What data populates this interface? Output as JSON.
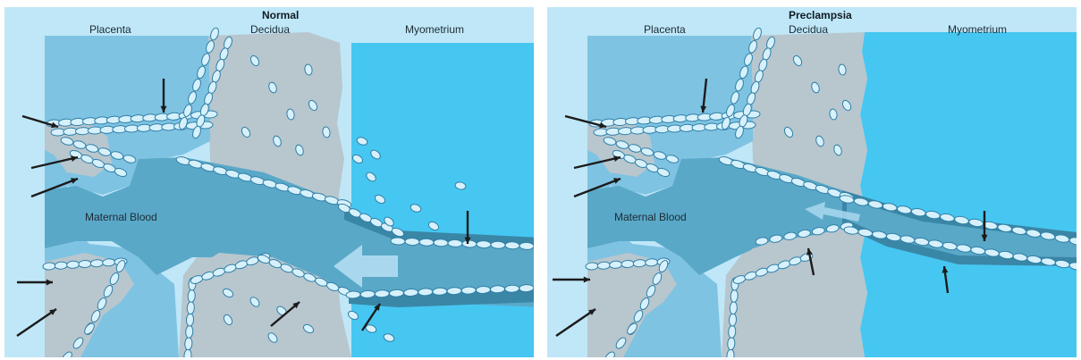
{
  "panels": [
    {
      "title": "Normal",
      "labels": {
        "placenta": "Placenta",
        "decidua": "Decidua",
        "myometrium": "Myometrium",
        "maternal_blood": "Maternal Blood"
      }
    },
    {
      "title": "Preclampsia",
      "labels": {
        "placenta": "Placenta",
        "decidua": "Decidua",
        "myometrium": "Myometrium",
        "maternal_blood": "Maternal Blood"
      }
    }
  ],
  "colors": {
    "background": "#bfe7f8",
    "placenta_tissue": "#7fc3e3",
    "decidua": "#b8c6ce",
    "myometrium": "#46c7f1",
    "maternal_blood": "#5aa8c8",
    "vessel_dark": "#3a86a6",
    "cell_fill": "#d7f1fc",
    "cell_stroke": "#2f7fa6",
    "arrow": "#1b1b1b",
    "flow_arrow": "#a9d8ee"
  }
}
